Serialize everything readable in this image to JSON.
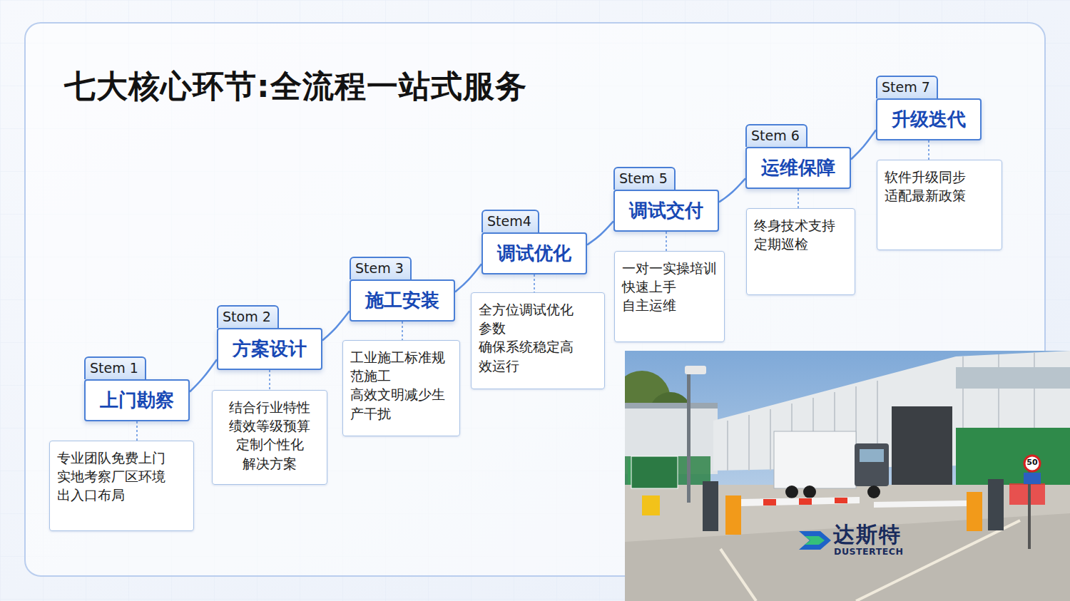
{
  "diagram": {
    "title": "七大核心环节:全流程一站式服务",
    "nodes": [
      {
        "text": [
          "Stem 1",
          "上门勘察"
        ]
      },
      {
        "text": [
          "专业团队免费上门 实地考察厂区环境 出入口布局"
        ]
      },
      {
        "text": [
          "Stom 2",
          "方案设计"
        ]
      },
      {
        "text": [
          "结合行业特性 绩效等级预算 定制个性化 解决方案"
        ]
      },
      {
        "text": [
          "Stem 3",
          "施工安装"
        ]
      },
      {
        "text": [
          "工业施工标准规范施工",
          "高效文明减少生产干扰"
        ]
      },
      {
        "text": [
          "Stem4",
          "调试优化"
        ]
      },
      {
        "text": [
          "全方位调试优化参数",
          "确保系统稳定高效运行"
        ]
      },
      {
        "text": [
          "Stem 5",
          "调试交付"
        ]
      },
      {
        "text": [
          "一对一实操培训 快速上手 自主运维"
        ]
      },
      {
        "text": [
          "Stem 6",
          "运维保障"
        ]
      },
      {
        "text": [
          "终身技术支持 定期巡检"
        ]
      },
      {
        "text": [
          "Stem 7",
          "升级迭代"
        ]
      },
      {
        "text": [
          "软件升级同步 适配最新政策"
        ]
      }
    ],
    "edges": [
      {
        "from": 0,
        "to": 2,
        "arrow": "none"
      },
      {
        "from": 2,
        "to": 4,
        "arrow": "none"
      },
      {
        "from": 4,
        "to": 6,
        "arrow": "none"
      },
      {
        "from": 6,
        "to": 8,
        "arrow": "none"
      },
      {
        "from": 8,
        "to": 10,
        "arrow": "none"
      },
      {
        "from": 10,
        "to": 12,
        "arrow": "none"
      },
      {
        "from": 0,
        "to": 1,
        "arrow": "none"
      },
      {
        "from": 2,
        "to": 3,
        "arrow": "none"
      },
      {
        "from": 4,
        "to": 5,
        "arrow": "none"
      },
      {
        "from": 6,
        "to": 7,
        "arrow": "none"
      },
      {
        "from": 8,
        "to": 9,
        "arrow": "none"
      },
      {
        "from": 10,
        "to": 11,
        "arrow": "none"
      },
      {
        "from": 12,
        "to": 13,
        "arrow": "none"
      }
    ],
    "labels": [
      "达斯特",
      "DUSTERTECH",
      "50"
    ]
  }
}
